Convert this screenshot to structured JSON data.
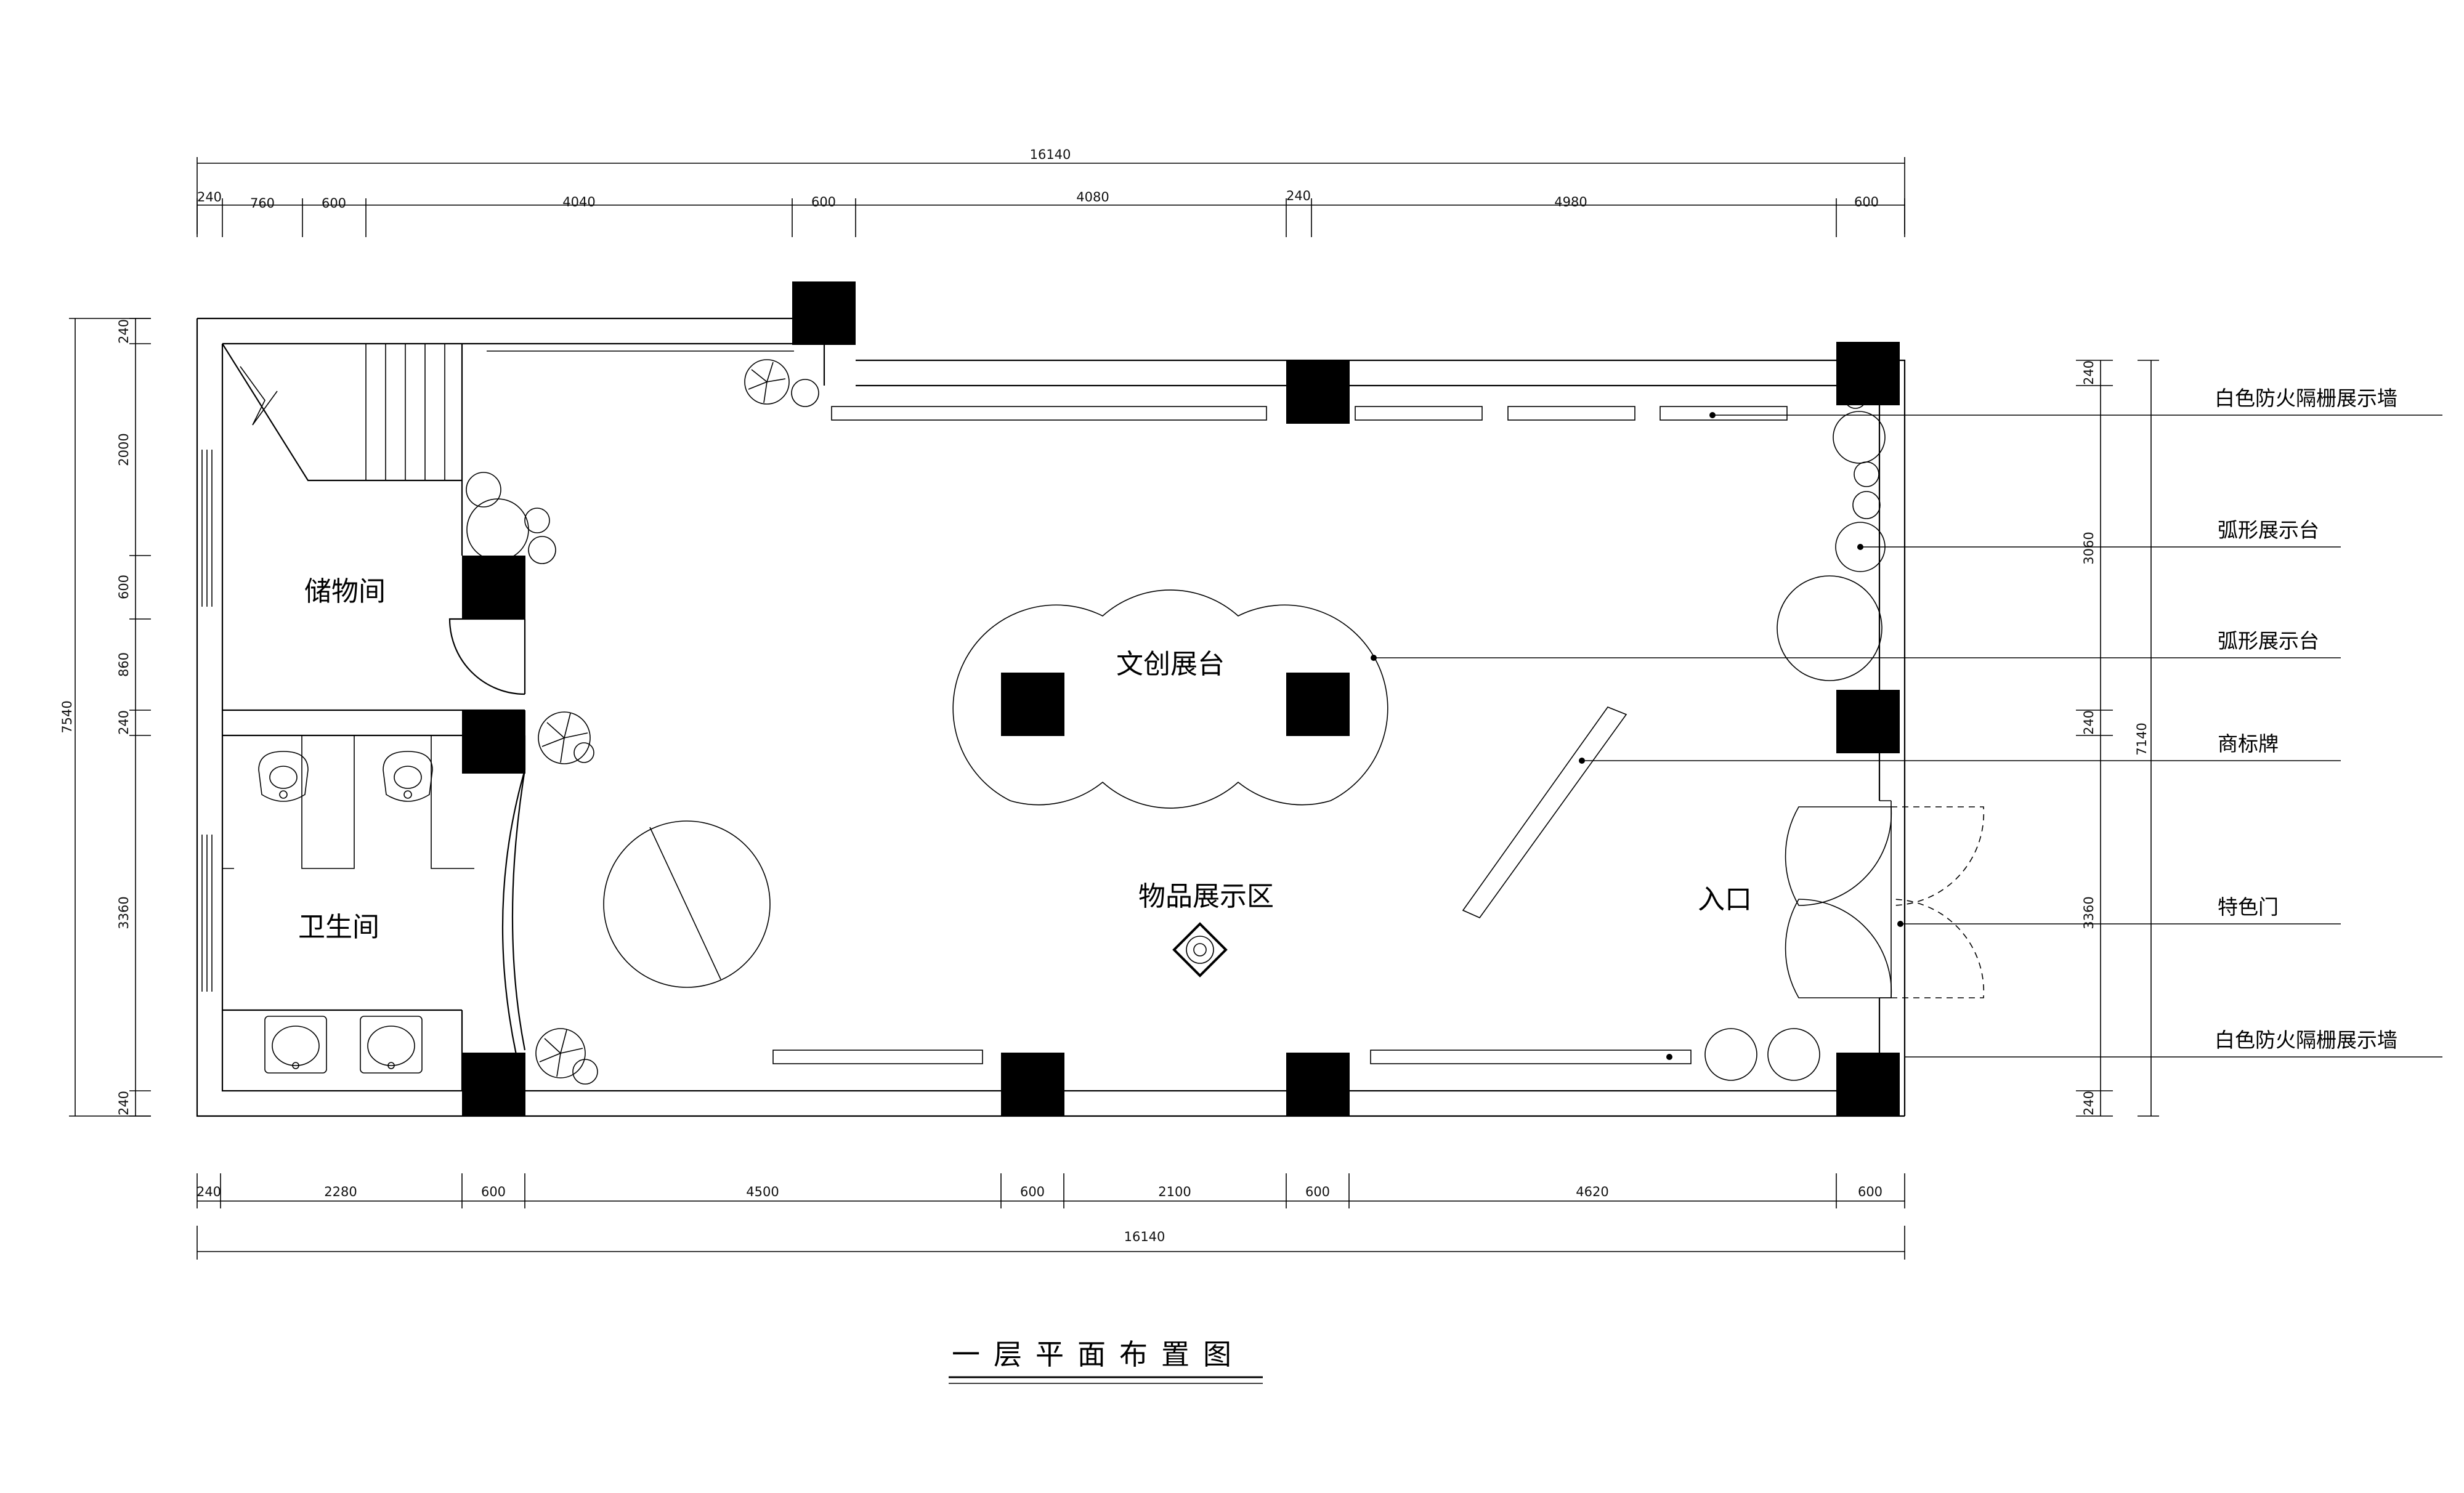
{
  "title": "一层平面布置图",
  "rooms": {
    "storage": "储物间",
    "toilet": "卫生间",
    "creative_stand": "文创展台",
    "display_area": "物品展示区",
    "entrance": "入口"
  },
  "annotations": [
    "白色防火隔栅展示墙",
    "弧形展示台",
    "弧形展示台",
    "商标牌",
    "特色门",
    "白色防火隔栅展示墙"
  ],
  "dimensions": {
    "top_total": "16140",
    "top": [
      "240",
      "760",
      "600",
      "4040",
      "600",
      "4080",
      "240",
      "4980",
      "600"
    ],
    "bottom": [
      "240",
      "2280",
      "600",
      "4500",
      "600",
      "2100",
      "600",
      "4620",
      "600"
    ],
    "bottom_total": "16140",
    "left_total": "7540",
    "left": [
      "240",
      "2000",
      "600",
      "860",
      "240",
      "3360",
      "240"
    ],
    "right_total": "7140",
    "right": [
      "240",
      "3060",
      "240",
      "3360",
      "240"
    ]
  }
}
